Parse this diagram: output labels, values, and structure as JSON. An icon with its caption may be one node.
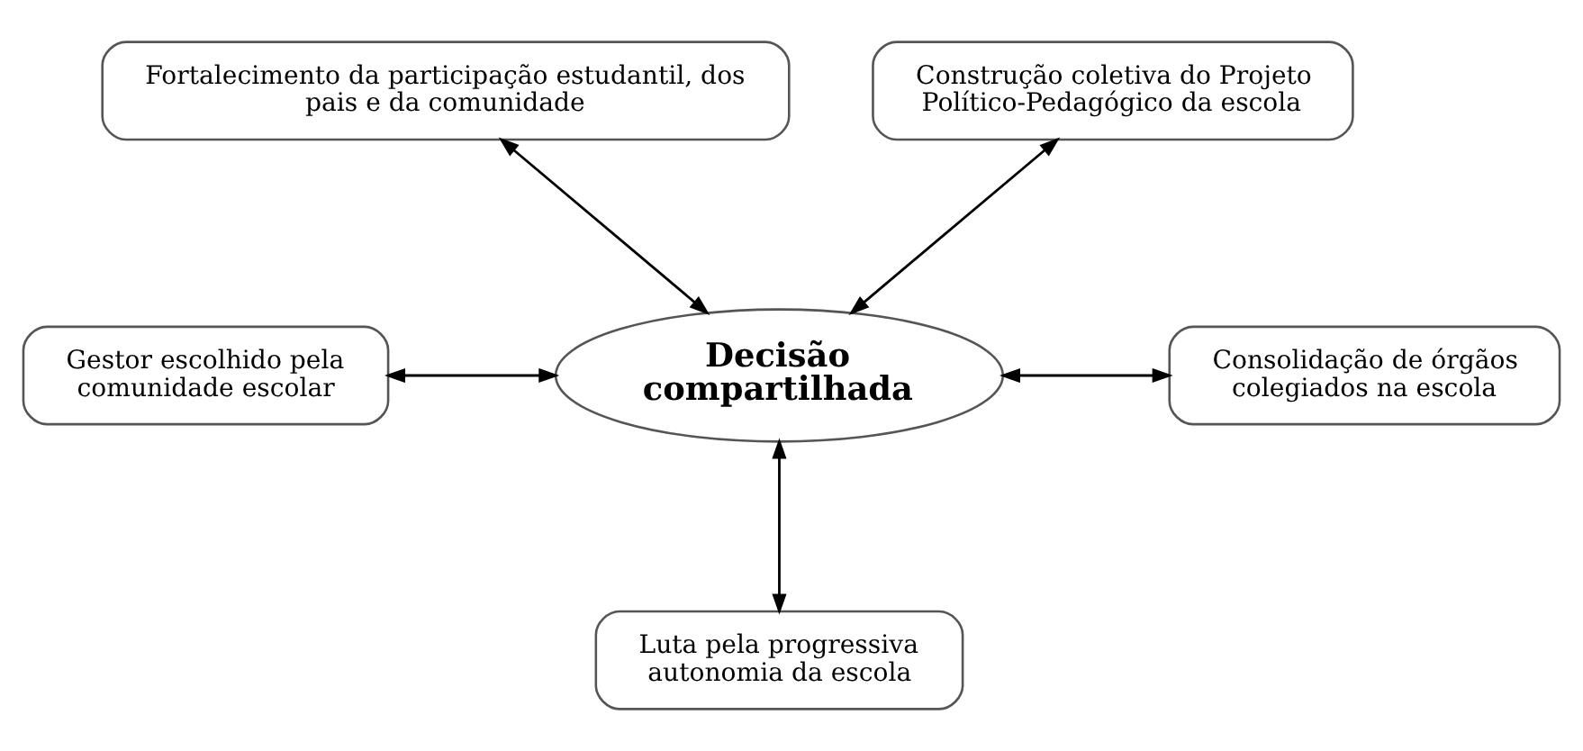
{
  "diagram": {
    "nodes": [
      {
        "text": [
          "Decisão compartilhada"
        ]
      },
      {
        "text": [
          "Fortalecimento da participação estudantil, dos pais e da comunidade"
        ]
      },
      {
        "text": [
          "Construção coletiva do Projeto Político-Pedagógico da escola"
        ]
      },
      {
        "text": [
          "Gestor escolhido pela comunidade escolar"
        ]
      },
      {
        "text": [
          "Consolidação de órgãos colegiados na escola"
        ]
      },
      {
        "text": [
          "Luta pela progressiva autonomia da escola"
        ]
      }
    ],
    "edges": [
      {
        "from": 1,
        "to": 0,
        "arrow": "both"
      },
      {
        "from": 2,
        "to": 0,
        "arrow": "both"
      },
      {
        "from": 3,
        "to": 0,
        "arrow": "both"
      },
      {
        "from": 0,
        "to": 4,
        "arrow": "both"
      },
      {
        "from": 0,
        "to": 5,
        "arrow": "both"
      }
    ]
  }
}
